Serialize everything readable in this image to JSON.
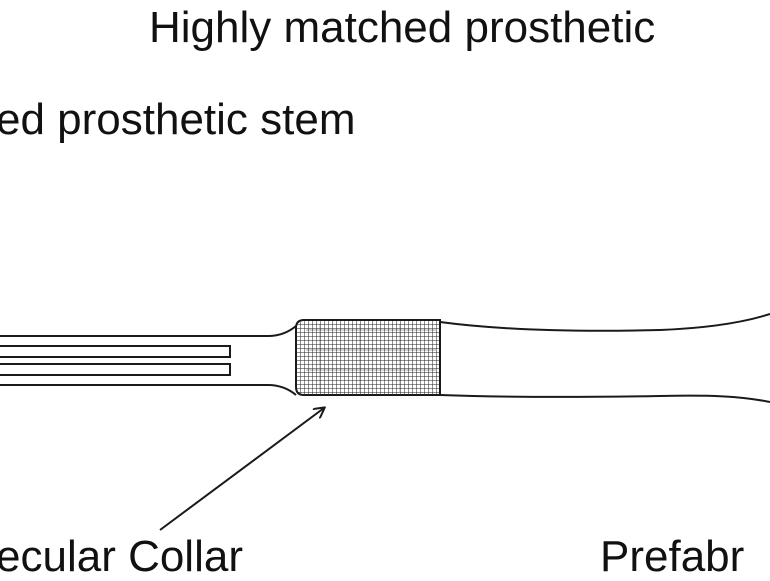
{
  "labels": {
    "title_top": "Highly matched prosthetic",
    "title_second": "ed prosthetic stem",
    "collar": "ecular Collar",
    "prefab": "Prefabr"
  },
  "colors": {
    "line": "#1a1a1a",
    "mesh": "#222222",
    "background": "#ffffff"
  }
}
